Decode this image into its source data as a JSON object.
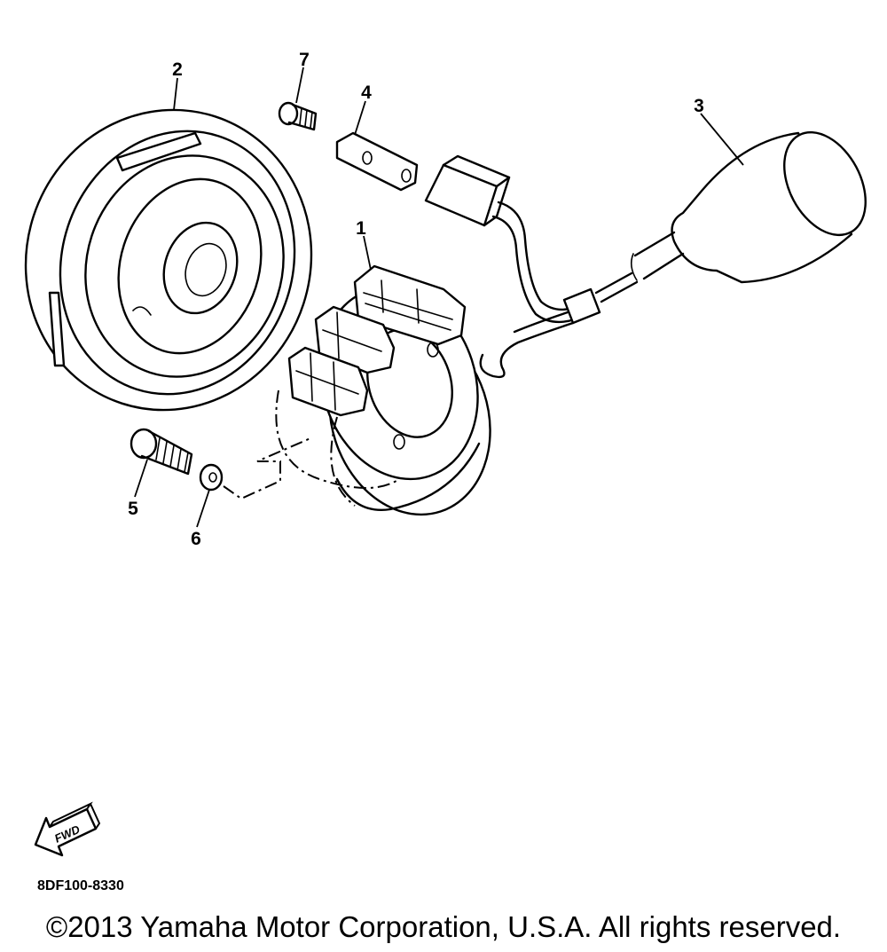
{
  "callouts": {
    "stator": "1",
    "rotor": "2",
    "pickup_coil": "3",
    "clamp": "4",
    "bolt": "5",
    "washer": "6",
    "screw": "7"
  },
  "fwd_label": "FWD",
  "catalog_code": "8DF100-8330",
  "copyright": "©2013 Yamaha Motor Corporation, U.S.A. All rights reserved."
}
